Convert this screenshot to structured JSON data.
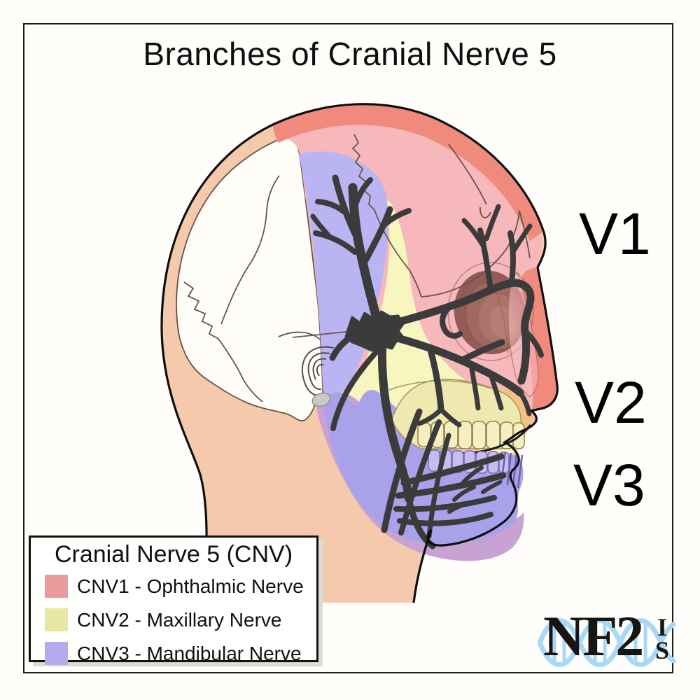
{
  "title": "Branches of Cranial Nerve 5",
  "labels": {
    "v1": "V1",
    "v2": "V2",
    "v3": "V3"
  },
  "legend": {
    "title": "Cranial Nerve 5 (CNV)",
    "items": [
      {
        "label": "CNV1 - Ophthalmic Nerve",
        "color": "#ea9b9e"
      },
      {
        "label": "CNV2 - Maxillary Nerve",
        "color": "#e9e7a4"
      },
      {
        "label": "CNV3 - Mandibular Nerve",
        "color": "#b4aaee"
      }
    ]
  },
  "logo": {
    "text": "NF2",
    "suffix_top": "I",
    "suffix_bottom": "S"
  },
  "colors": {
    "v1_region": "#f7b8bc",
    "v1_deep": "#f08a7c",
    "v2_region": "#f8f6bf",
    "v3_region": "#bab4f3",
    "v3_jaw": "#a9a2ea",
    "v3_mauve": "#c8a2d2",
    "skin": "#f5c9ac",
    "nerve": "#3b3b3b",
    "dna_helix": "#a8d8f6"
  }
}
